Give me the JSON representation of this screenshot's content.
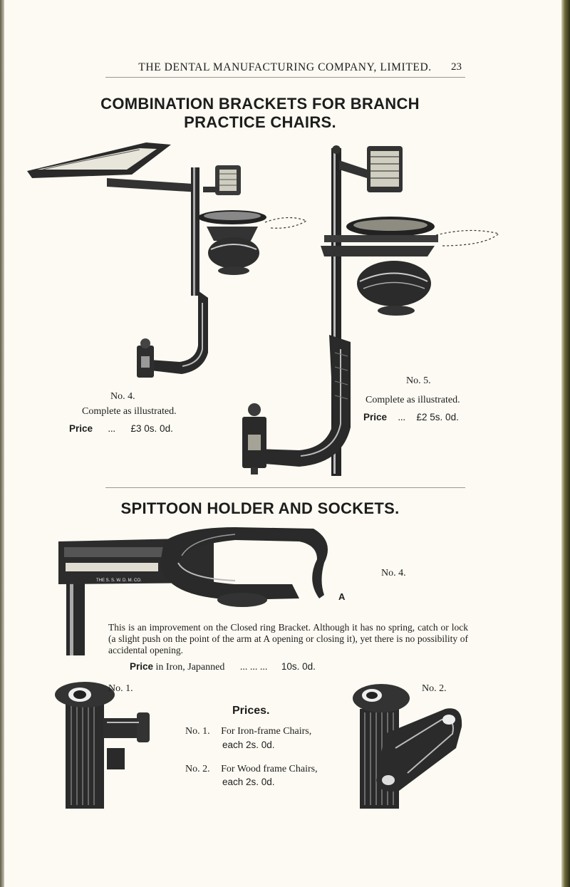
{
  "header": {
    "company": "THE DENTAL MANUFACTURING COMPANY, LIMITED.",
    "page_number": "23"
  },
  "section1": {
    "title_line1": "COMBINATION BRACKETS FOR BRANCH",
    "title_line2": "PRACTICE CHAIRS.",
    "left_item": {
      "number": "No. 4.",
      "description": "Complete as illustrated.",
      "price_label": "Price",
      "price_dots": "...",
      "price": "£3 0s. 0d."
    },
    "right_item": {
      "number": "No. 5.",
      "description": "Complete as illustrated.",
      "price_label": "Price",
      "price_dots": "...",
      "price": "£2 5s. 0d."
    }
  },
  "section2": {
    "title": "SPITTOON HOLDER AND SOCKETS.",
    "holder_number": "No. 4.",
    "holder_label_a": "A",
    "engraving_text": "THE S. S. W. D. M. CO.",
    "description": "This is an improvement on the Closed ring Bracket. Although it has no spring, catch or lock (a slight push on the point of the arm at A opening or closing it), yet there is no possibility of accidental opening.",
    "price_label": "Price",
    "price_text": "in Iron, Japanned",
    "price_dots": "... ... ...",
    "price": "10s. 0d."
  },
  "sockets": {
    "left_number": "No. 1.",
    "right_number": "No. 2.",
    "prices_heading": "Prices.",
    "items": [
      {
        "number": "No. 1.",
        "description": "For Iron-frame Chairs,",
        "price": "each 2s. 0d."
      },
      {
        "number": "No. 2.",
        "description": "For Wood frame Chairs,",
        "price": "each 2s. 0d."
      }
    ]
  }
}
